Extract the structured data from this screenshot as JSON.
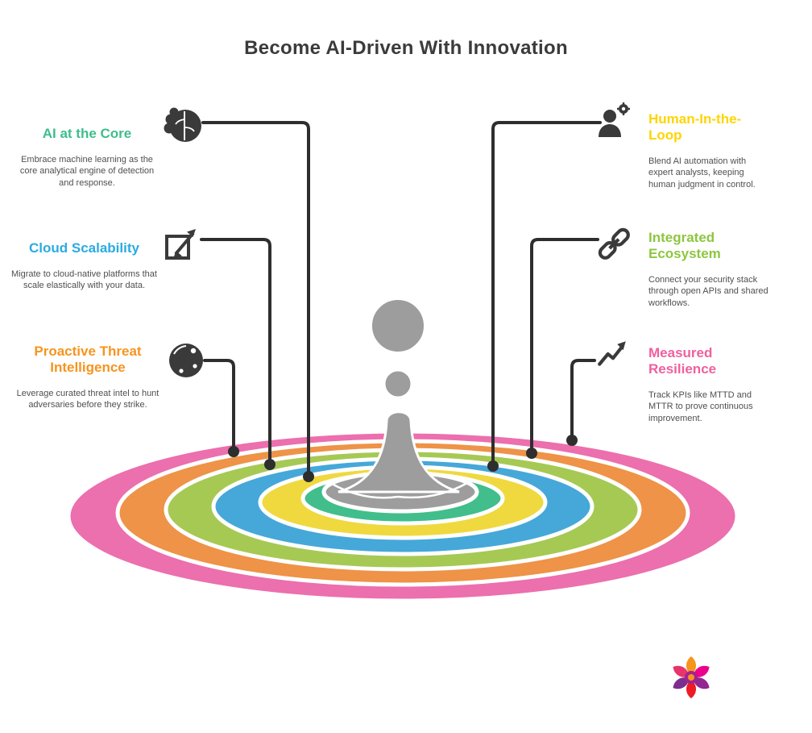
{
  "title": "Become AI-Driven With Innovation",
  "connector_color": "#2E2E2E",
  "callouts": {
    "left": [
      {
        "title": "AI at the Core",
        "color": "#3DBE8C",
        "description": "Embrace machine learning as the core analytical engine of detection and response."
      },
      {
        "title": "Cloud Scalability",
        "color": "#29ABE2",
        "description": "Migrate to cloud-native platforms that scale elastically with your data."
      },
      {
        "title": "Proactive Threat Intelligence",
        "color": "#F7941E",
        "description": "Leverage curated threat intel to hunt adversaries before they strike."
      }
    ],
    "right": [
      {
        "title": "Human-In-the-Loop",
        "color": "#FFD400",
        "description": "Blend AI automation with expert analysts, keeping human judgment in control."
      },
      {
        "title": "Integrated Ecosystem",
        "color": "#8DC63F",
        "description": "Connect your security stack through open APIs and shared workflows."
      },
      {
        "title": "Measured Resilience",
        "color": "#F0609E",
        "description": "Track KPIs like MTTD and MTTR to prove continuous improvement."
      }
    ]
  },
  "rings": [
    {
      "name": "outer-pink",
      "color": "#EC6FAE"
    },
    {
      "name": "orange",
      "color": "#EE9347"
    },
    {
      "name": "lime",
      "color": "#A6C954"
    },
    {
      "name": "blue",
      "color": "#45A8D8"
    },
    {
      "name": "yellow",
      "color": "#EFD93F"
    },
    {
      "name": "green",
      "color": "#41BE8C"
    },
    {
      "name": "center-gray",
      "color": "#9D9D9D"
    }
  ],
  "splash": {
    "color": "#9D9D9D"
  },
  "logo": {
    "petal_colors": [
      "#F7941D",
      "#EC008C",
      "#92278F",
      "#ED1C24",
      "#7B2E8E",
      "#E8336D"
    ],
    "center_colors": [
      "#A3238E",
      "#F7941D"
    ]
  }
}
